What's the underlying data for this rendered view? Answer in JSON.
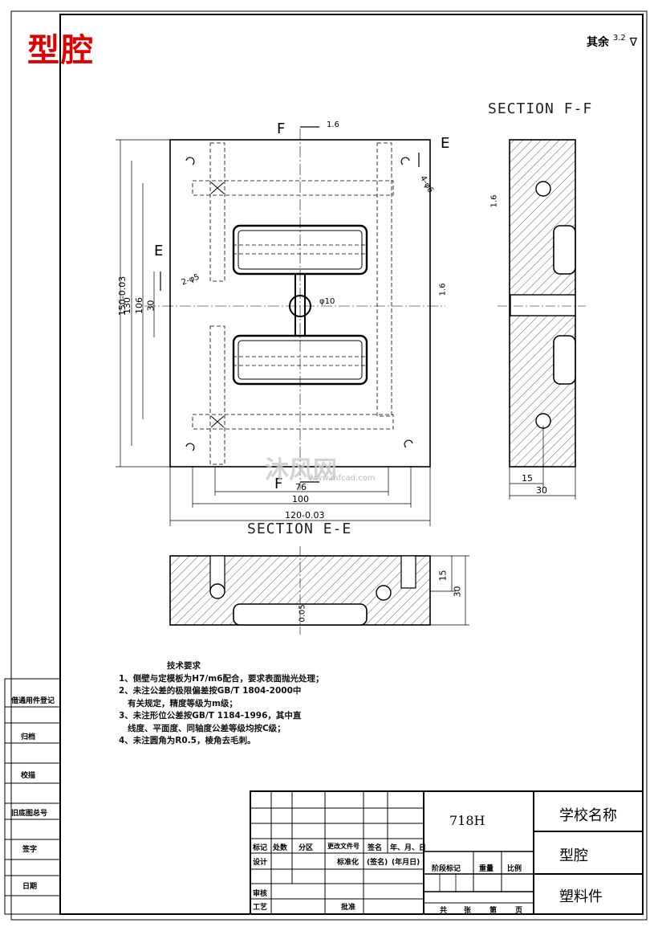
{
  "title_corner": "型腔",
  "roughness_note": {
    "label": "其余",
    "value": "3.2"
  },
  "sections": {
    "f": "SECTION F-F",
    "e": "SECTION E-E"
  },
  "view_labels": {
    "f": "F",
    "e": "E"
  },
  "roughness_marks": [
    "1.6",
    "1.6",
    "1.6"
  ],
  "dims": {
    "height_150": "150-0.03",
    "d130": "130",
    "d106": "106",
    "d30v": "30",
    "d76": "76",
    "d100": "100",
    "width_120": "120-0.03",
    "holes_2": "2-φ5",
    "holes_4": "4-φ6",
    "phi10": "φ10",
    "d15": "15",
    "d30": "30",
    "e15": "15",
    "e30": "30",
    "e005": "0.05"
  },
  "tech_requirements": {
    "title": "技术要求",
    "items": [
      "1、侧壁与定模板为H7/m6配合，要求表面抛光处理；",
      "2、未注公差的极限偏差按GB/T 1804-2000中",
      "   有关规定，精度等级为m级；",
      "3、未注形位公差按GB/T 1184-1996，其中直",
      "   线度、平面度、同轴度公差等级均按C级；",
      "4、未注圆角为R0.5，棱角去毛刺。"
    ]
  },
  "side_labels": [
    "借通用件登记",
    "归档",
    "校描",
    "旧底图总号",
    "签字",
    "日期"
  ],
  "title_block": {
    "material": "718H",
    "school": "学校名称",
    "part_name": "型腔",
    "drawing_type": "塑料件",
    "hdr": [
      "标记",
      "处数",
      "分区",
      "更改文件号",
      "签名",
      "年、月、日"
    ],
    "design": "设计",
    "standardize": "标准化",
    "sign": "(签名)",
    "date": "(年月日)",
    "stage_row": [
      "阶段标记",
      "重量",
      "比例"
    ],
    "review": "审核",
    "process": "工艺",
    "approve": "批准",
    "sheet_info": [
      "共",
      "张",
      "第",
      "页"
    ]
  },
  "watermark": {
    "main": "沐风网",
    "sub": "www.mfcad.com"
  }
}
